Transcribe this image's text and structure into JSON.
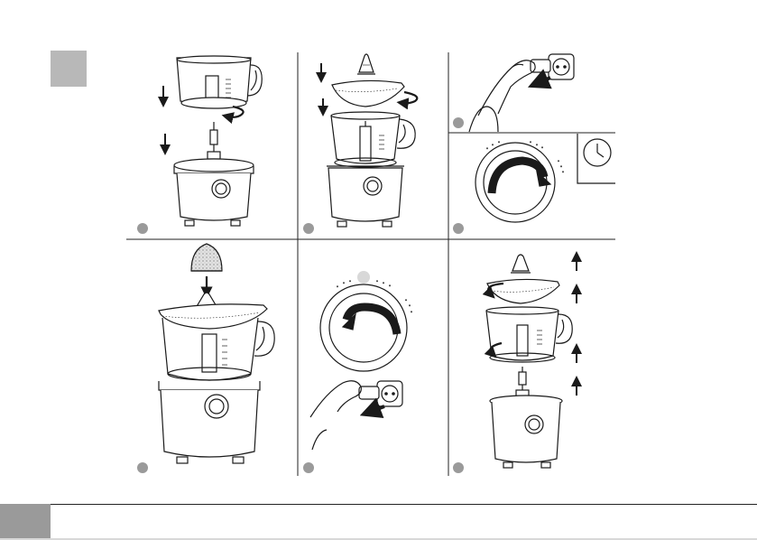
{
  "page": {
    "colors": {
      "ink": "#1a1a1a",
      "badge": "#9a9a9a",
      "tab_gray": "#b8b8b8",
      "footer_gray": "#9a9a9a",
      "lemon_fill": "#dddddd"
    },
    "panels": [
      {
        "icon": "attach-bowl-and-shaft-illustration",
        "step_badge": "step-marker"
      },
      {
        "icon": "fit-juicer-cone-and-sieve-illustration",
        "step_badge": "step-marker"
      },
      {
        "icon": "plug-in-and-timer-illustration",
        "step_badge": "step-marker"
      },
      {
        "icon": "press-half-lemon-illustration",
        "step_badge": "step-marker"
      },
      {
        "icon": "switch-off-and-unplug-illustration",
        "step_badge": "step-marker"
      },
      {
        "icon": "disassemble-juicer-illustration",
        "step_badge": "step-marker"
      }
    ]
  }
}
